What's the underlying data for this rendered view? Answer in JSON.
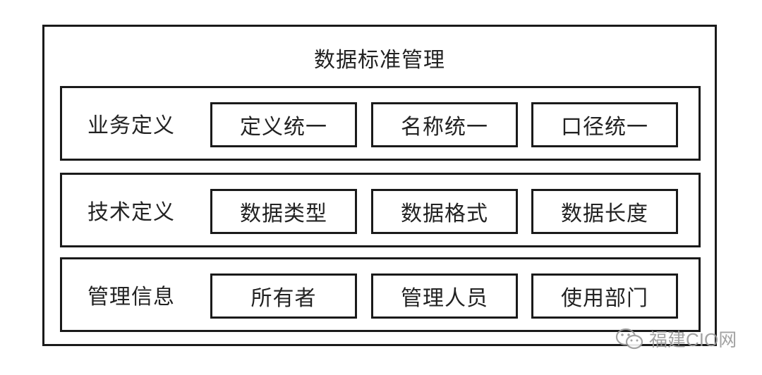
{
  "title": "数据标准管理",
  "rows": [
    {
      "label": "业务定义",
      "items": [
        "定义统一",
        "名称统一",
        "口径统一"
      ]
    },
    {
      "label": "技术定义",
      "items": [
        "数据类型",
        "数据格式",
        "数据长度"
      ]
    },
    {
      "label": "管理信息",
      "items": [
        "所有者",
        "管理人员",
        "使用部门"
      ]
    }
  ],
  "watermark": {
    "text": "福建CIO网",
    "icon": "wechat-icon"
  }
}
